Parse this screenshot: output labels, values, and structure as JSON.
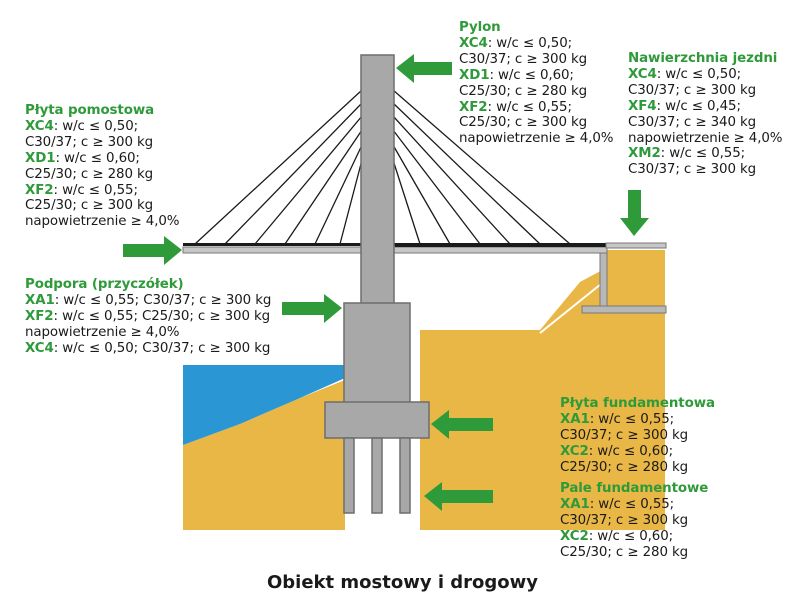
{
  "caption": "Obiekt mostowy i drogowy",
  "colors": {
    "green": "#2f9a3a",
    "soil": "#e9b746",
    "water": "#2a97d4",
    "concrete": "#a8a8a8",
    "concrete_dark": "#6d6d6d",
    "text": "#1a1a1a"
  },
  "labels": {
    "pylon": {
      "title": "Pylon",
      "lines": [
        {
          "code": "XC4",
          "text": ": w/c ≤ 0,50;"
        },
        {
          "code": "",
          "text": "C30/37; c ≥ 300 kg"
        },
        {
          "code": "XD1",
          "text": ": w/c ≤ 0,60;"
        },
        {
          "code": "",
          "text": "C25/30; c ≥ 280 kg"
        },
        {
          "code": "XF2",
          "text": ": w/c ≤ 0,55;"
        },
        {
          "code": "",
          "text": "C25/30; c ≥ 300 kg"
        },
        {
          "code": "",
          "text": "napowietrzenie ≥ 4,0%"
        }
      ]
    },
    "roadway": {
      "title": "Nawierzchnia jezdni",
      "lines": [
        {
          "code": "XC4",
          "text": ": w/c ≤ 0,50;"
        },
        {
          "code": "",
          "text": "C30/37; c ≥ 300 kg"
        },
        {
          "code": "XF4",
          "text": ": w/c ≤ 0,45;"
        },
        {
          "code": "",
          "text": "C30/37; c ≥ 340 kg"
        },
        {
          "code": "",
          "text": "napowietrzenie ≥ 4,0%"
        },
        {
          "code": "XM2",
          "text": ": w/c ≤ 0,55;"
        },
        {
          "code": "",
          "text": "C30/37; c ≥ 300 kg"
        }
      ]
    },
    "deck": {
      "title": "Płyta pomostowa",
      "lines": [
        {
          "code": "XC4",
          "text": ": w/c ≤ 0,50;"
        },
        {
          "code": "",
          "text": "C30/37; c ≥ 300 kg"
        },
        {
          "code": "XD1",
          "text": ": w/c ≤ 0,60;"
        },
        {
          "code": "",
          "text": "C25/30; c ≥ 280 kg"
        },
        {
          "code": "XF2",
          "text": ": w/c ≤ 0,55;"
        },
        {
          "code": "",
          "text": "C25/30; c ≥ 300 kg"
        },
        {
          "code": "",
          "text": "napowietrzenie ≥ 4,0%"
        }
      ]
    },
    "support": {
      "title": "Podpora (przyczółek)",
      "lines": [
        {
          "code": "XA1",
          "text": ": w/c ≤ 0,55; C30/37; c ≥ 300 kg"
        },
        {
          "code": "XF2",
          "text": ": w/c ≤ 0,55; C25/30; c ≥ 300 kg"
        },
        {
          "code": "",
          "text": "napowietrzenie ≥ 4,0%"
        },
        {
          "code": "XC4",
          "text": ": w/c ≤ 0,50; C30/37; c ≥ 300 kg"
        }
      ]
    },
    "foundation_slab": {
      "title": "Płyta fundamentowa",
      "lines": [
        {
          "code": "XA1",
          "text": ": w/c ≤ 0,55;"
        },
        {
          "code": "",
          "text": "C30/37; c ≥ 300 kg"
        },
        {
          "code": "XC2",
          "text": ": w/c ≤ 0,60;"
        },
        {
          "code": "",
          "text": "C25/30; c ≥ 280 kg"
        }
      ]
    },
    "piles": {
      "title": "Pale fundamentowe",
      "lines": [
        {
          "code": "XA1",
          "text": ": w/c ≤ 0,55;"
        },
        {
          "code": "",
          "text": "C30/37; c ≥ 300 kg"
        },
        {
          "code": "XC2",
          "text": ": w/c ≤ 0,60;"
        },
        {
          "code": "",
          "text": "C25/30; c ≥ 280 kg"
        }
      ]
    }
  }
}
